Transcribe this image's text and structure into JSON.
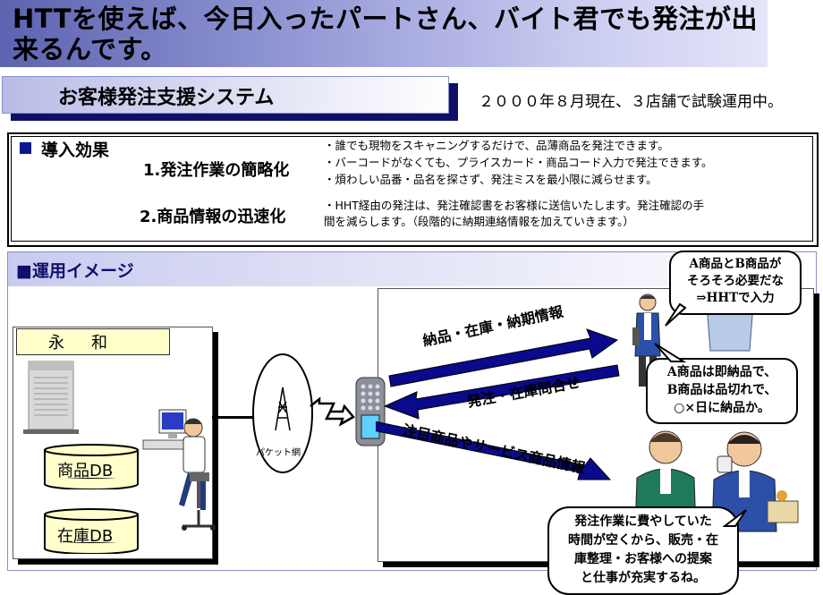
{
  "header": {
    "title": "HTTを使えば、今日入ったパートさん、バイト君でも発注が出来るんです。",
    "subtitle": "お客様発注支援システム",
    "status_note": "２０００年８月現在、３店舗で試験運用中。"
  },
  "effects": {
    "title": "導入効果",
    "items": [
      {
        "label": "1.発注作業の簡略化",
        "notes": [
          "・誰でも現物をスキャニングするだけで、品薄商品を発注できます。",
          "・バーコードがなくても、プライスカード・商品コード入力で発注できます。",
          "・煩わしい品番・品名を探さず、発注ミスを最小限に減らせます。"
        ]
      },
      {
        "label": "2.商品情報の迅速化",
        "notes": [
          "・HHT経由の発注は、発注確認書をお客様に送信いたします。発注確認の手",
          "間を減らします。（段階的に納期連絡情報を加えていきます。）"
        ]
      }
    ]
  },
  "operations": {
    "title": "■運用イメージ",
    "company": "永和",
    "databases": [
      "商品DB",
      "在庫DB"
    ],
    "network_label": "パケット網",
    "arrows": [
      "納品・在庫・納期情報",
      "発注・在庫問合せ",
      "注目商品やサービス商品情報"
    ],
    "callouts": {
      "top": [
        "A商品とB商品が",
        "そろそろ必要だな",
        "⇒HHTで入力"
      ],
      "middle": [
        "A商品は即納品で、",
        "B商品は品切れで、",
        "○×日に納品か。"
      ],
      "bottom": [
        "発注作業に費やしていた",
        "時間が空くから、販売・在",
        "庫整理・お客様への提案",
        "と仕事が充実するね。"
      ]
    }
  },
  "colors": {
    "title_blue": "#10106a",
    "arrow_blue": "#0a0a8c",
    "db_fill": "#ffffcc"
  },
  "icons": [
    "server-icon",
    "computer-operator-icon",
    "antenna-icon",
    "lightning-icon",
    "handheld-terminal-icon",
    "clerk-icon",
    "staff-pair-icon",
    "building-icon"
  ]
}
